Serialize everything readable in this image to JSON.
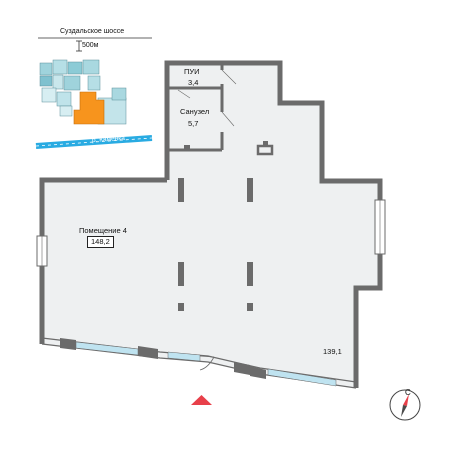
{
  "minimap": {
    "street_label": "Суздальское шоссе",
    "scale_label": "500м",
    "river_label": "р. Каменка"
  },
  "rooms": [
    {
      "name": "ПУИ",
      "area": "3,4"
    },
    {
      "name": "Санузел",
      "area": "5,7"
    },
    {
      "name": "Помещение 4",
      "area": "148,2"
    }
  ],
  "dimension_label": "139,1",
  "compass": {
    "north_label": "С"
  },
  "colors": {
    "wall": "#6b6b6b",
    "floor": "#eef0f1",
    "window": "#bfe3f0",
    "river": "#29abe2",
    "highlight": "#f7941d",
    "entrance": "#e8404a"
  }
}
